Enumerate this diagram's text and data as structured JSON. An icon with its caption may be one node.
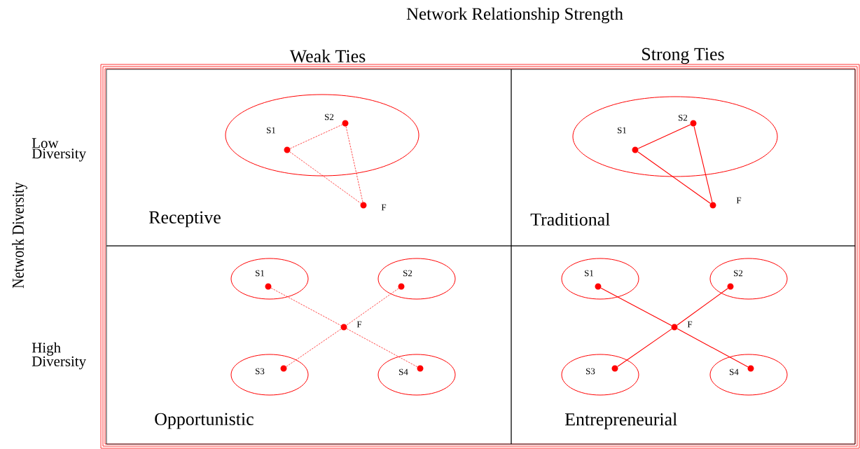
{
  "diagram": {
    "title": "Network Relationship Strength",
    "nodes": [
      {
        "text": [
          "Receptive"
        ]
      },
      {
        "text": [],
        "shape": "ellipse",
        "in": 0
      },
      {
        "text": [],
        "shape": "circle",
        "in": 1,
        "beside": [
          "S1"
        ]
      },
      {
        "text": [],
        "shape": "circle",
        "in": 1,
        "beside": [
          "S2"
        ]
      },
      {
        "text": [],
        "shape": "circle",
        "in": 0,
        "beside": [
          "F"
        ]
      },
      {
        "text": [
          "Traditional"
        ]
      },
      {
        "text": [],
        "shape": "ellipse",
        "in": 5
      },
      {
        "text": [],
        "shape": "circle",
        "in": 6,
        "beside": [
          "S1"
        ]
      },
      {
        "text": [],
        "shape": "circle",
        "in": 6,
        "beside": [
          "S2"
        ]
      },
      {
        "text": [],
        "shape": "circle",
        "in": 5,
        "beside": [
          "F"
        ]
      },
      {
        "text": [
          "Opportunistic"
        ]
      },
      {
        "text": [],
        "shape": "ellipse",
        "in": 10
      },
      {
        "text": [],
        "shape": "circle",
        "in": 11,
        "beside": [
          "S1"
        ]
      },
      {
        "text": [],
        "shape": "ellipse",
        "in": 10
      },
      {
        "text": [],
        "shape": "circle",
        "in": 13,
        "beside": [
          "S2"
        ]
      },
      {
        "text": [],
        "shape": "circle",
        "in": 10,
        "beside": [
          "F"
        ]
      },
      {
        "text": [],
        "shape": "ellipse",
        "in": 10
      },
      {
        "text": [],
        "shape": "circle",
        "in": 16,
        "beside": [
          "S3"
        ]
      },
      {
        "text": [],
        "shape": "ellipse",
        "in": 10
      },
      {
        "text": [],
        "shape": "circle",
        "in": 18,
        "beside": [
          "S4"
        ]
      },
      {
        "text": [
          "Entrepreneurial"
        ]
      },
      {
        "text": [],
        "shape": "ellipse",
        "in": 20
      },
      {
        "text": [],
        "shape": "circle",
        "in": 21,
        "beside": [
          "S1"
        ]
      },
      {
        "text": [],
        "shape": "ellipse",
        "in": 20
      },
      {
        "text": [],
        "shape": "circle",
        "in": 23,
        "beside": [
          "S2"
        ]
      },
      {
        "text": [],
        "shape": "circle",
        "in": 20,
        "beside": [
          "F"
        ]
      },
      {
        "text": [],
        "shape": "ellipse",
        "in": 20
      },
      {
        "text": [],
        "shape": "circle",
        "in": 26,
        "beside": [
          "S3"
        ]
      },
      {
        "text": [],
        "shape": "ellipse",
        "in": 20
      },
      {
        "text": [],
        "shape": "circle",
        "in": 28,
        "beside": [
          "S4"
        ]
      }
    ],
    "edges": [
      {
        "from": 2,
        "to": 3,
        "arrow": "none",
        "style": "dashed"
      },
      {
        "from": 2,
        "to": 4,
        "arrow": "none",
        "style": "dashed"
      },
      {
        "from": 3,
        "to": 4,
        "arrow": "none",
        "style": "dashed"
      },
      {
        "from": 7,
        "to": 8,
        "arrow": "none"
      },
      {
        "from": 7,
        "to": 9,
        "arrow": "none"
      },
      {
        "from": 8,
        "to": 9,
        "arrow": "none"
      },
      {
        "from": 12,
        "to": 15,
        "arrow": "none",
        "style": "dashed"
      },
      {
        "from": 14,
        "to": 15,
        "arrow": "none",
        "style": "dashed"
      },
      {
        "from": 17,
        "to": 15,
        "arrow": "none",
        "style": "dashed"
      },
      {
        "from": 19,
        "to": 15,
        "arrow": "none",
        "style": "dashed"
      },
      {
        "from": 22,
        "to": 25,
        "arrow": "none"
      },
      {
        "from": 24,
        "to": 25,
        "arrow": "none"
      },
      {
        "from": 27,
        "to": 25,
        "arrow": "none"
      },
      {
        "from": 29,
        "to": 25,
        "arrow": "none"
      }
    ],
    "labels": [
      "Weak Ties",
      "Strong Ties",
      "Network Diversity",
      "Low Diversity",
      "High Diversity"
    ]
  }
}
